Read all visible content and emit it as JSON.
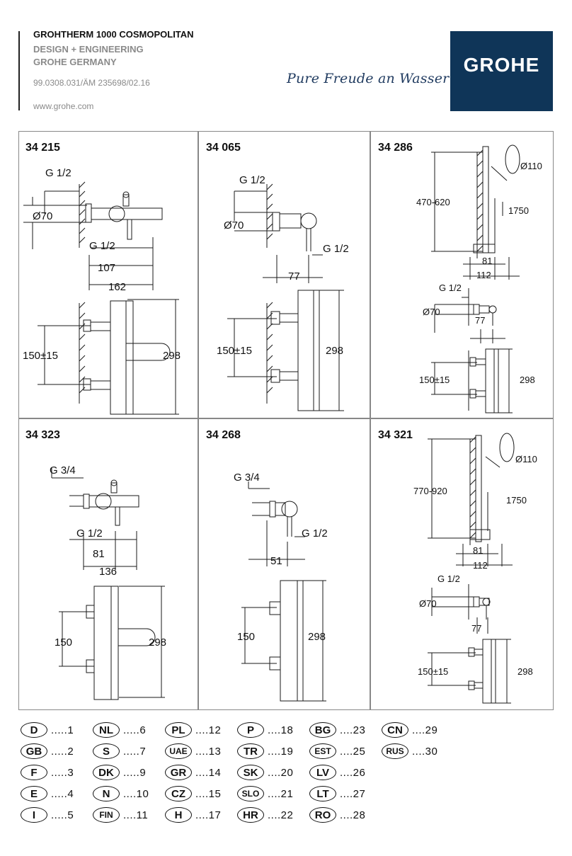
{
  "header": {
    "title": "GROHTHERM 1000 COSMOPOLITAN",
    "subtitle1": "DESIGN + ENGINEERING",
    "subtitle2": "GROHE GERMANY",
    "doc_code": "99.0308.031/ÄM 235698/02.16",
    "website": "www.grohe.com",
    "slogan": "Pure Freude an Wasser",
    "logo_text": "GROHE",
    "logo_color": "#0f3558"
  },
  "panels": {
    "p1": {
      "title": "34 215",
      "g_top": "G 1/2",
      "dia": "Ø70",
      "g_bot": "G 1/2",
      "w1": "107",
      "w2": "162",
      "spacing": "150±15",
      "height": "298"
    },
    "p2": {
      "title": "34 065",
      "g_top": "G 1/2",
      "dia": "Ø70",
      "g_side": "G 1/2",
      "w1": "77",
      "spacing": "150±15",
      "height": "298"
    },
    "p3": {
      "title": "34 286",
      "bar_range": "470-620",
      "head_dia": "Ø110",
      "hose": "1750",
      "w1": "81",
      "w2": "112",
      "g_top": "G 1/2",
      "dia": "Ø70",
      "w3": "77",
      "spacing": "150±15",
      "height": "298"
    },
    "p4": {
      "title": "34 323",
      "g_top": "G 3/4",
      "g_bot": "G 1/2",
      "w1": "81",
      "w2": "136",
      "spacing": "150",
      "height": "298"
    },
    "p5": {
      "title": "34 268",
      "g_top": "G 3/4",
      "g_side": "G 1/2",
      "w1": "51",
      "spacing": "150",
      "height": "298"
    },
    "p6": {
      "title": "34 321",
      "bar_range": "770-920",
      "head_dia": "Ø110",
      "hose": "1750",
      "w1": "81",
      "w2": "112",
      "g_top": "G 1/2",
      "dia": "Ø70",
      "w3": "77",
      "spacing": "150±15",
      "height": "298"
    }
  },
  "languages": [
    {
      "code": "D",
      "page": ".....1"
    },
    {
      "code": "NL",
      "page": ".....6"
    },
    {
      "code": "PL",
      "page": "....12"
    },
    {
      "code": "P",
      "page": "....18"
    },
    {
      "code": "BG",
      "page": "....23"
    },
    {
      "code": "CN",
      "page": "....29"
    },
    {
      "code": "GB",
      "page": ".....2"
    },
    {
      "code": "S",
      "page": ".....7"
    },
    {
      "code": "UAE",
      "page": "....13"
    },
    {
      "code": "TR",
      "page": "....19"
    },
    {
      "code": "EST",
      "page": "....25"
    },
    {
      "code": "RUS",
      "page": "....30"
    },
    {
      "code": "F",
      "page": ".....3"
    },
    {
      "code": "DK",
      "page": ".....9"
    },
    {
      "code": "GR",
      "page": "....14"
    },
    {
      "code": "SK",
      "page": "....20"
    },
    {
      "code": "LV",
      "page": "....26"
    },
    {
      "code": "E",
      "page": ".....4"
    },
    {
      "code": "N",
      "page": "....10"
    },
    {
      "code": "CZ",
      "page": "....15"
    },
    {
      "code": "SLO",
      "page": "....21"
    },
    {
      "code": "LT",
      "page": "....27"
    },
    {
      "code": "I",
      "page": ".....5"
    },
    {
      "code": "FIN",
      "page": "....11"
    },
    {
      "code": "H",
      "page": "....17"
    },
    {
      "code": "HR",
      "page": "....22"
    },
    {
      "code": "RO",
      "page": "....28"
    }
  ]
}
